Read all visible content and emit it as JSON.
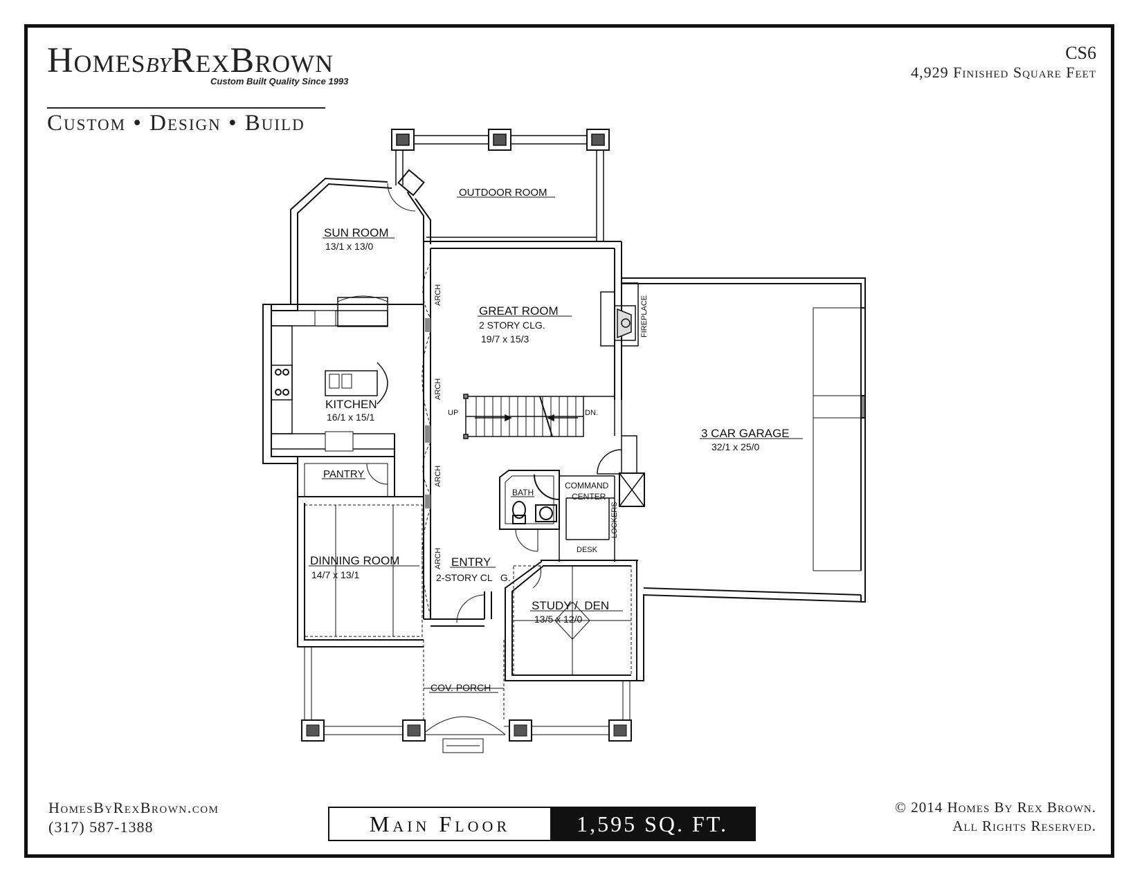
{
  "header": {
    "brand_homes": "Homes",
    "brand_by": "by",
    "brand_rexbrown": "RexBrown",
    "brand_tagline": "Custom Built Quality Since 1993",
    "services": "Custom  •  Design  •  Build",
    "plan_code": "CS6",
    "finished_sqft": "4,929 Finished Square Feet"
  },
  "rooms": {
    "outdoor_room": "OUTDOOR ROOM",
    "sun_room": "SUN ROOM",
    "sun_room_dim": "13/1 x 13/0",
    "great_room": "GREAT ROOM",
    "great_room_note": "2 STORY CLG.",
    "great_room_dim": "19/7 x 15/3",
    "fireplace": "FIREPLACE",
    "kitchen": "KITCHEN",
    "kitchen_dim": "16/1 x 15/1",
    "garage": "3 CAR GARAGE",
    "garage_dim": "32/1 x 25/0",
    "up": "UP",
    "down": "DN.",
    "pantry": "PANTRY",
    "bath": "BATH",
    "command": "COMMAND",
    "center": "CENTER",
    "lockers": "LOCKERS",
    "desk": "DESK",
    "dining_room": "DINNING ROOM",
    "dining_dim": "14/7 x 13/1",
    "entry": "ENTRY",
    "entry_note": "2-STORY CL   G.",
    "study": "STUDY /  DEN",
    "study_dim": "13/5 x 12/0",
    "porch": "COV. PORCH",
    "arch": "ARCH"
  },
  "footer": {
    "website": "HomesByRexBrown.com",
    "phone": "(317) 587-1388",
    "floor_name": "Main Floor",
    "floor_sqft": "1,595 SQ. FT.",
    "copyright": "© 2014 Homes By Rex Brown.",
    "rights": "All Rights Reserved."
  },
  "colors": {
    "ink": "#111111",
    "wall_fill": "#9a9a9a",
    "paper": "#ffffff"
  }
}
